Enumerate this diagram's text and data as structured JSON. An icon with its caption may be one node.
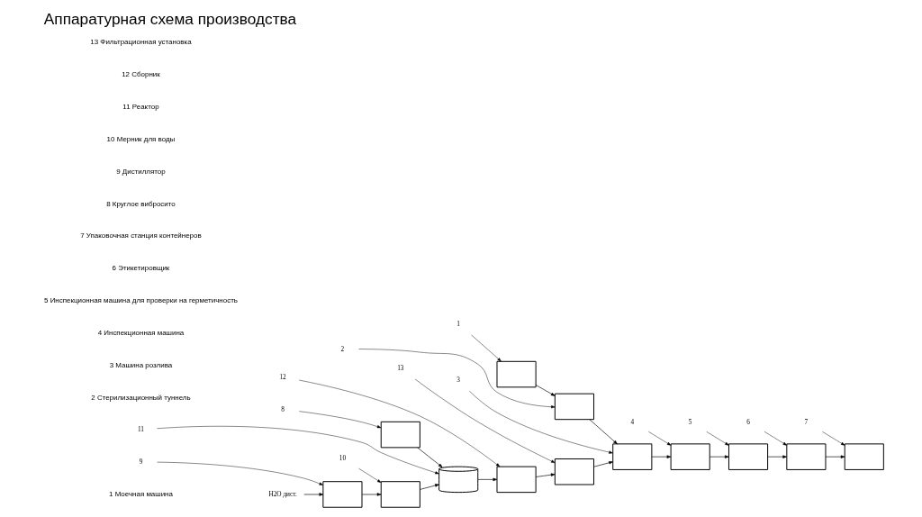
{
  "diagram": {
    "title": "Аппаратурная схема производства",
    "nodes": [
      {
        "text": [
          "H2O дист."
        ]
      },
      {
        "text": [
          "1"
        ]
      },
      {
        "text": [],
        "shape": "box"
      },
      {
        "text": [
          "2"
        ]
      },
      {
        "text": [],
        "shape": "box"
      },
      {
        "text": [
          "3"
        ]
      },
      {
        "text": [],
        "shape": "box"
      },
      {
        "text": [
          "4"
        ]
      },
      {
        "text": [],
        "shape": "box"
      },
      {
        "text": [
          "5"
        ]
      },
      {
        "text": [],
        "shape": "box"
      },
      {
        "text": [
          "6"
        ]
      },
      {
        "text": [],
        "shape": "box"
      },
      {
        "text": [
          "7"
        ]
      },
      {
        "text": [],
        "shape": "box"
      },
      {
        "text": [
          "8"
        ]
      },
      {
        "text": [],
        "shape": "box"
      },
      {
        "text": [
          "9"
        ]
      },
      {
        "text": [],
        "shape": "box"
      },
      {
        "text": [
          "10"
        ]
      },
      {
        "text": [],
        "shape": "box"
      },
      {
        "text": [
          "11"
        ]
      },
      {
        "text": [],
        "shape": "cylinder"
      },
      {
        "text": [
          "12"
        ]
      },
      {
        "text": [],
        "shape": "box"
      },
      {
        "text": [
          "13"
        ]
      },
      {
        "text": [],
        "shape": "box"
      }
    ],
    "edges": [
      {
        "from": 1,
        "to": 2,
        "arrow": "to"
      },
      {
        "from": 3,
        "to": 4,
        "arrow": "to"
      },
      {
        "from": 5,
        "to": 6,
        "arrow": "to"
      },
      {
        "from": 7,
        "to": 8,
        "arrow": "to"
      },
      {
        "from": 9,
        "to": 10,
        "arrow": "to"
      },
      {
        "from": 11,
        "to": 12,
        "arrow": "to"
      },
      {
        "from": 13,
        "to": 14,
        "arrow": "to"
      },
      {
        "from": 15,
        "to": 16,
        "arrow": "to"
      },
      {
        "from": 17,
        "to": 18,
        "arrow": "to"
      },
      {
        "from": 19,
        "to": 20,
        "arrow": "to"
      },
      {
        "from": 21,
        "to": 22,
        "arrow": "to"
      },
      {
        "from": 23,
        "to": 24,
        "arrow": "to"
      },
      {
        "from": 25,
        "to": 26,
        "arrow": "to"
      },
      {
        "from": 0,
        "to": 18,
        "arrow": "to"
      },
      {
        "from": 18,
        "to": 20,
        "arrow": "to"
      },
      {
        "from": 20,
        "to": 22,
        "arrow": "to"
      },
      {
        "from": 16,
        "to": 22,
        "arrow": "to"
      },
      {
        "from": 22,
        "to": 24,
        "arrow": "to"
      },
      {
        "from": 24,
        "to": 26,
        "arrow": "to"
      },
      {
        "from": 26,
        "to": 6,
        "arrow": "to"
      },
      {
        "from": 2,
        "to": 4,
        "arrow": "to"
      },
      {
        "from": 4,
        "to": 6,
        "arrow": "to"
      },
      {
        "from": 6,
        "to": 8,
        "arrow": "to"
      },
      {
        "from": 8,
        "to": 10,
        "arrow": "to"
      },
      {
        "from": 10,
        "to": 12,
        "arrow": "to"
      },
      {
        "from": 12,
        "to": 14,
        "arrow": "to"
      }
    ],
    "labels": [
      "1 Моечная машина",
      "2 Стерилизационный туннель",
      "3 Машина розлива",
      "4 Инспекционная машина",
      "5 Инспекционная машина для проверки на герметичность",
      "6 Этикетировщик",
      "7 Упаковочная станция контейнеров",
      "8 Круглое вибросито",
      "9 Дистиллятор",
      "10 Мерник для воды",
      "11 Реактор",
      "12 Сборник",
      "13 Фильтрационная установка"
    ]
  }
}
